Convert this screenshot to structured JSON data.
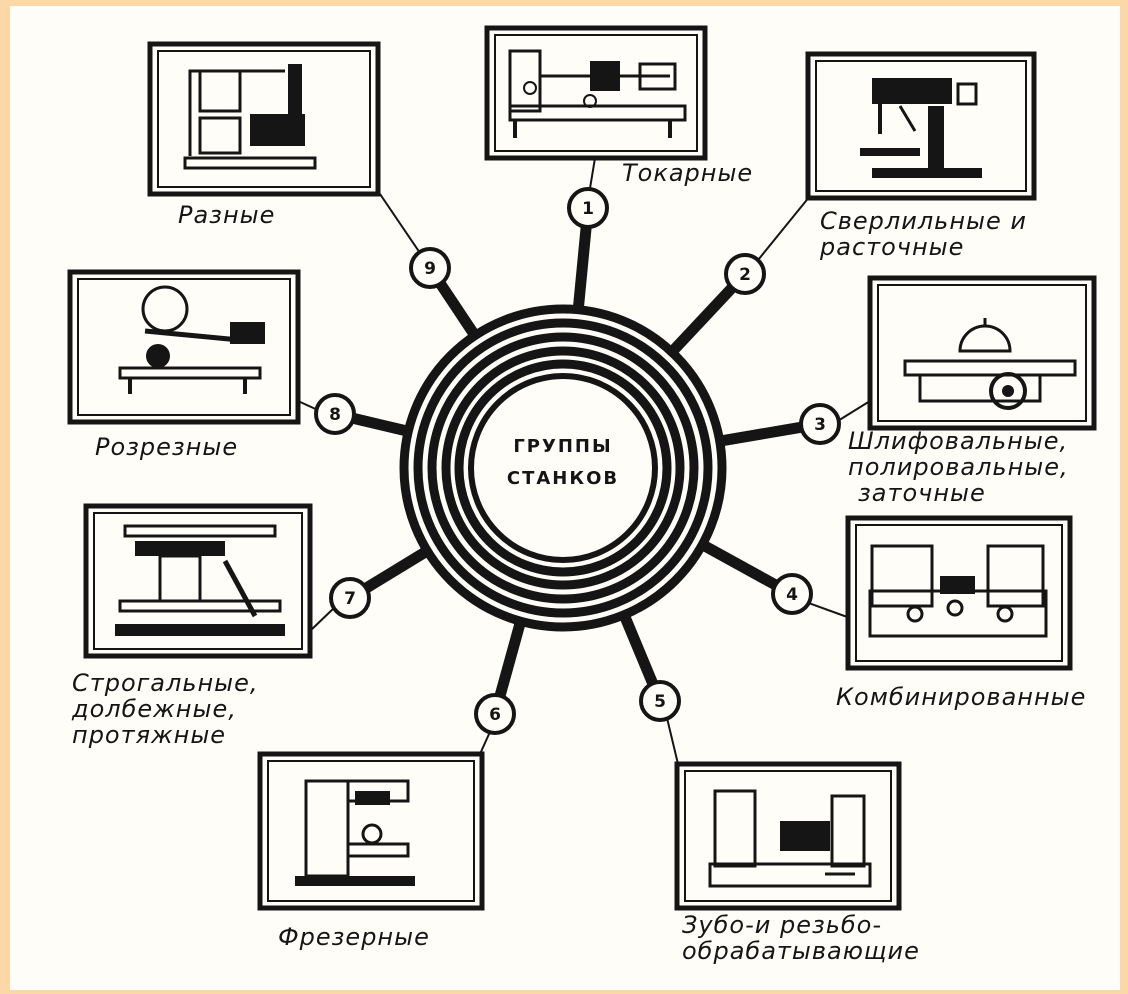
{
  "center": {
    "line1": "ГРУППЫ",
    "line2": "СТАНКОВ"
  },
  "groups": [
    {
      "number": "1",
      "lines": [
        "Токарные"
      ]
    },
    {
      "number": "2",
      "lines": [
        "Сверлильные и",
        "расточные"
      ]
    },
    {
      "number": "3",
      "lines": [
        "Шлифовальные,",
        "полировальные,",
        "заточные"
      ]
    },
    {
      "number": "4",
      "lines": [
        "Комбинированные"
      ]
    },
    {
      "number": "5",
      "lines": [
        "Зубо-и резьбо-",
        "обрабатывающие"
      ]
    },
    {
      "number": "6",
      "lines": [
        "Фрезерные"
      ]
    },
    {
      "number": "7",
      "lines": [
        "Строгальные,",
        "долбежные,",
        "протяжные"
      ]
    },
    {
      "number": "8",
      "lines": [
        "Розрезные"
      ]
    },
    {
      "number": "9",
      "lines": [
        "Разные"
      ]
    }
  ],
  "colors": {
    "ink": "#151515",
    "paper": "#fefdf8",
    "frame": "#fcd8a9"
  }
}
